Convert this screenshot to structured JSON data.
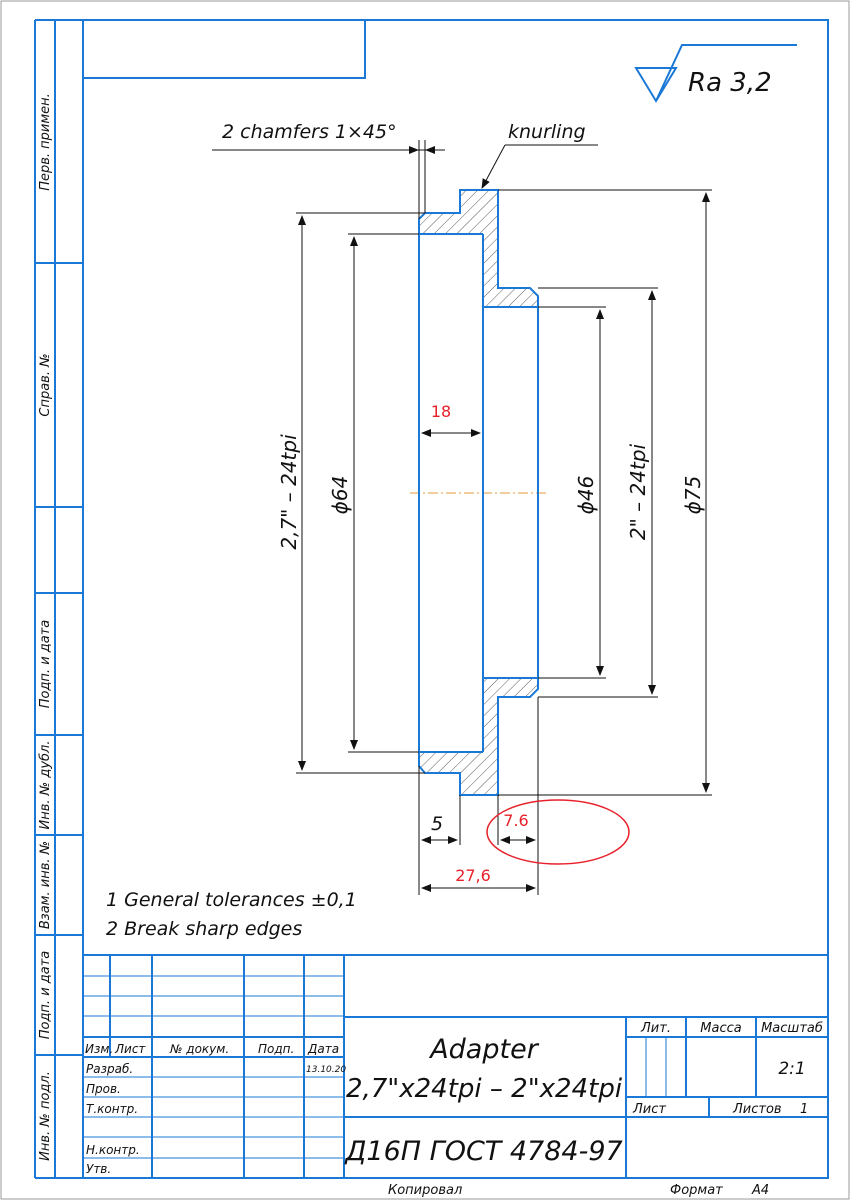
{
  "roughness": "Ra 3,2",
  "labels": {
    "chamfers": "2 chamfers 1×45°",
    "knurling": "knurling",
    "thread_left": "2,7\" – 24tpi",
    "dia64": "ϕ64",
    "dia46": "ϕ46",
    "thread_right": "2\" – 24tpi",
    "dia75": "ϕ75",
    "dim18": "18",
    "dim5": "5",
    "dim7_6": "7.6",
    "dim27_6": "27,6"
  },
  "notes": [
    "1 General tolerances ±0,1",
    "2 Break sharp edges"
  ],
  "side_stamps": [
    "Перв. примен.",
    "Справ. №",
    "Подп. и дата",
    "Инв. № дубл.",
    "Взам. инв. №",
    "Подп. и дата",
    "Инв. № подл."
  ],
  "title_block": {
    "headers": {
      "izm": "Изм.",
      "list": "Лист",
      "doc": "№ докум.",
      "podp": "Подп.",
      "data": "Дата"
    },
    "roles": [
      "Разраб.",
      "Пров.",
      "Т.контр.",
      "",
      "Н.контр.",
      "Утв."
    ],
    "date": "13.10.20",
    "name_line1": "Adapter",
    "name_line2": "2,7\"x24tpi – 2\"x24tpi",
    "material": "Д16П ГОСТ 4784-97",
    "lit": "Лит.",
    "massa": "Масса",
    "masshtab": "Масштаб",
    "scale": "2:1",
    "sheet_label": "Лист",
    "sheets_label": "Листов",
    "sheets_count": "1"
  },
  "footer": {
    "copied": "Копировал",
    "format_label": "Формат",
    "format": "A4"
  },
  "colors": {
    "frame": "#1a78d6",
    "annotation": "#e8202a",
    "centerline": "#e39b3c"
  }
}
